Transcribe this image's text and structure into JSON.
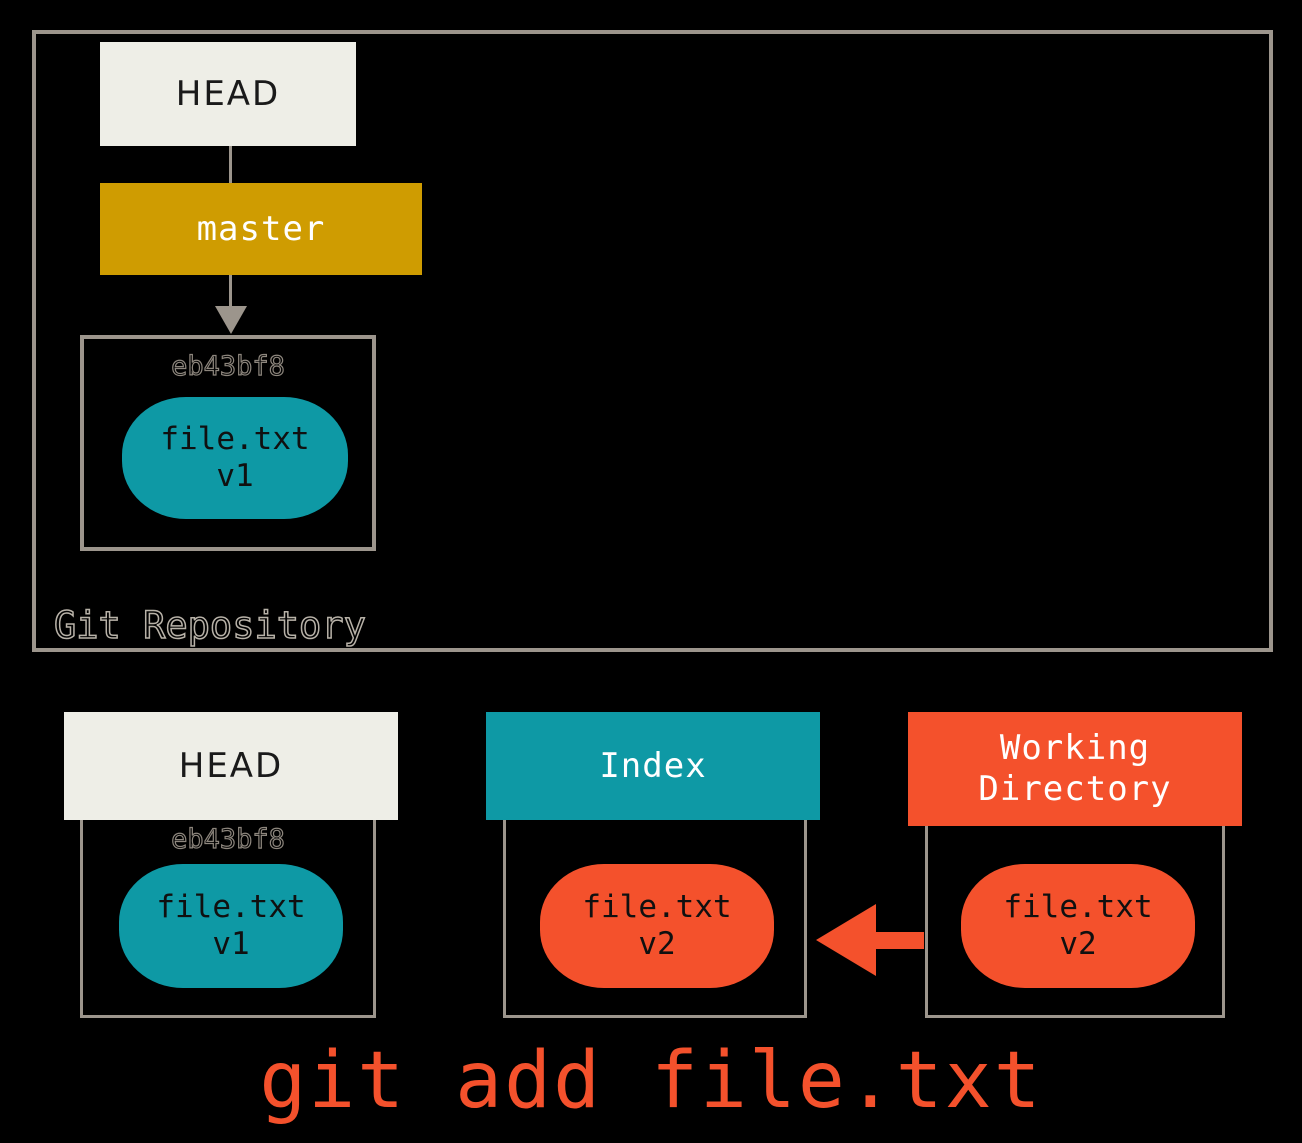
{
  "diagram": {
    "title": "git add file.txt",
    "colors": {
      "background": "#000000",
      "frame_border": "#9c958c",
      "head_box": "#eeeee7",
      "branch_box": "#cf9c01",
      "index_header": "#0e99a5",
      "working_dir_header": "#f4512c",
      "committed_blob": "#0e99a5",
      "modified_blob": "#f4512c",
      "arrow": "#f4512c",
      "caption_text": "#f4512c"
    }
  },
  "repository": {
    "label": "Git Repository",
    "head": {
      "label": "HEAD"
    },
    "branch": {
      "label": "master"
    },
    "commit": {
      "hash": "eb43bf8",
      "blob": {
        "filename": "file.txt",
        "version": "v1"
      }
    }
  },
  "areas": [
    {
      "id": "head",
      "header": "HEAD",
      "hash": "eb43bf8",
      "blob": {
        "filename": "file.txt",
        "version": "v1"
      }
    },
    {
      "id": "index",
      "header": "Index",
      "blob": {
        "filename": "file.txt",
        "version": "v2"
      }
    },
    {
      "id": "working-directory",
      "header_line1": "Working",
      "header_line2": "Directory",
      "blob": {
        "filename": "file.txt",
        "version": "v2"
      }
    }
  ],
  "caption": {
    "text": "git add file.txt"
  }
}
